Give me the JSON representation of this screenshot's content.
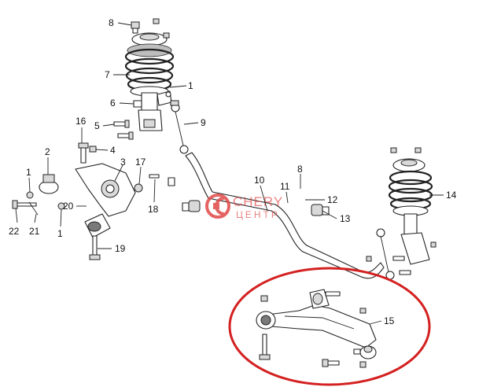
{
  "callouts": [
    {
      "id": "c8a",
      "label": "8"
    },
    {
      "id": "c7",
      "label": "7"
    },
    {
      "id": "c1a",
      "label": "1"
    },
    {
      "id": "c6",
      "label": "6"
    },
    {
      "id": "c9",
      "label": "9"
    },
    {
      "id": "c16",
      "label": "16"
    },
    {
      "id": "c5",
      "label": "5"
    },
    {
      "id": "c4",
      "label": "4"
    },
    {
      "id": "c2",
      "label": "2"
    },
    {
      "id": "c3",
      "label": "3"
    },
    {
      "id": "c17",
      "label": "17"
    },
    {
      "id": "c1b",
      "label": "1"
    },
    {
      "id": "c20",
      "label": "20"
    },
    {
      "id": "c18",
      "label": "18"
    },
    {
      "id": "c22",
      "label": "22"
    },
    {
      "id": "c21",
      "label": "21"
    },
    {
      "id": "c1c",
      "label": "1"
    },
    {
      "id": "c19",
      "label": "19"
    },
    {
      "id": "c10",
      "label": "10"
    },
    {
      "id": "c8b",
      "label": "8"
    },
    {
      "id": "c11",
      "label": "11"
    },
    {
      "id": "c12",
      "label": "12"
    },
    {
      "id": "c13",
      "label": "13"
    },
    {
      "id": "c14",
      "label": "14"
    },
    {
      "id": "c15",
      "label": "15"
    }
  ],
  "watermark": {
    "brand": "CHERY",
    "sub": "ЦЕНТР",
    "color": "#e04848"
  },
  "highlight": {
    "shape": "ellipse",
    "color": "#d42020",
    "encloses_part": "15"
  }
}
